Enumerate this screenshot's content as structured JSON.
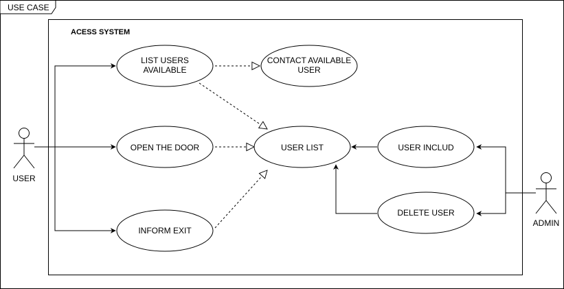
{
  "frame": {
    "label": "USE CASE"
  },
  "system": {
    "title": "ACESS SYSTEM"
  },
  "actors": {
    "user": {
      "label": "USER"
    },
    "admin": {
      "label": "ADMIN"
    }
  },
  "use_cases": {
    "list_users": {
      "lines": [
        "LIST USERS",
        "AVAILABLE"
      ]
    },
    "contact_user": {
      "lines": [
        "CONTACT AVAILABLE",
        "USER"
      ]
    },
    "open_door": {
      "lines": [
        "OPEN THE DOOR"
      ]
    },
    "user_list": {
      "lines": [
        "USER LIST"
      ]
    },
    "inform_exit": {
      "lines": [
        "INFORM EXIT"
      ]
    },
    "user_includ": {
      "lines": [
        "USER INCLUD"
      ]
    },
    "delete_user": {
      "lines": [
        "DELETE USER"
      ]
    }
  }
}
